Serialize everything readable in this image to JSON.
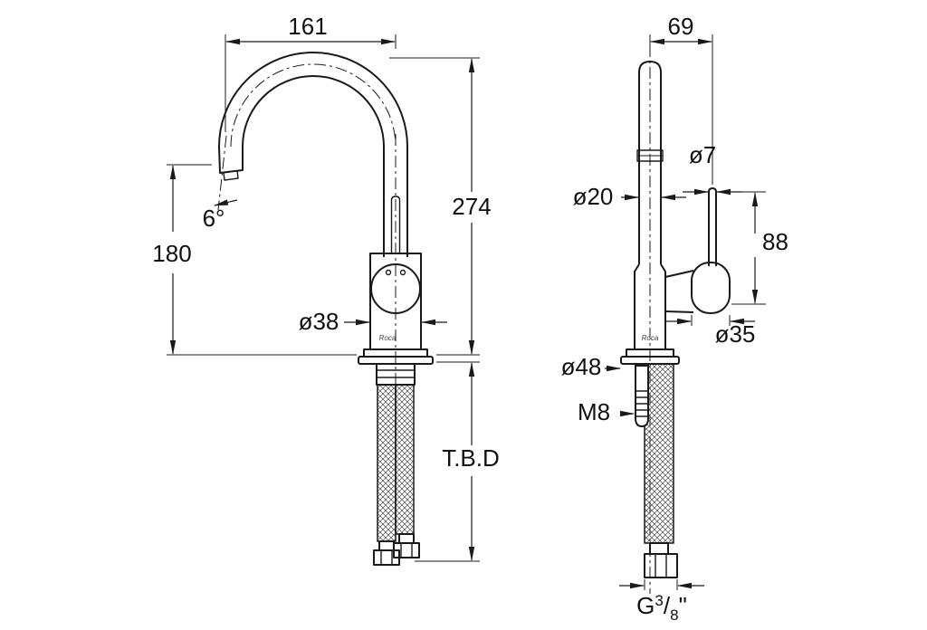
{
  "brand": "Roca",
  "colors": {
    "line": "#1a1a1a",
    "background": "#ffffff",
    "text": "#111111"
  },
  "front_view": {
    "dims": {
      "spout_reach": "161",
      "total_height": "274",
      "outlet_height": "180",
      "outlet_angle": "6°",
      "body_diameter": "ø38",
      "hose_length": "T.B.D"
    }
  },
  "side_view": {
    "dims": {
      "handle_offset": "69",
      "column_diameter": "ø20",
      "lever_diameter": "ø7",
      "lever_height": "88",
      "handle_hub_diameter": "ø35",
      "base_diameter": "ø48",
      "fixing_stud": "M8",
      "connector": {
        "prefix": "G",
        "numerator": "3",
        "slash": "/",
        "denominator": "8",
        "unit": "\""
      }
    }
  }
}
